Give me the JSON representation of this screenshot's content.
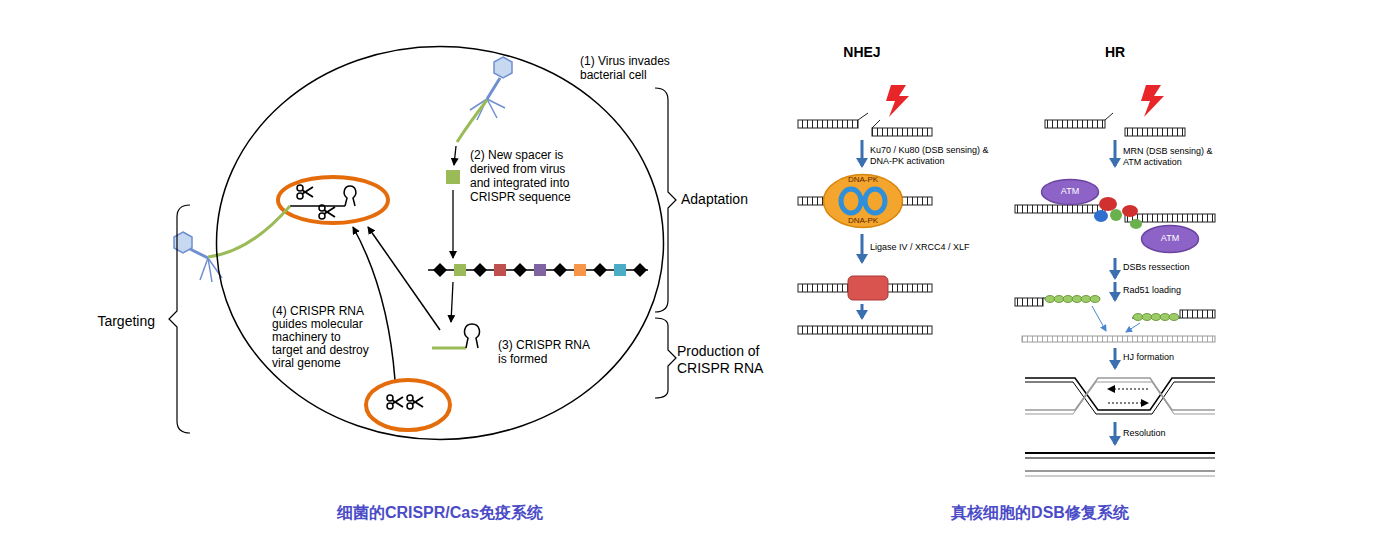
{
  "diagram": {
    "nodes": [
      {
        "text": [
          "(2) New spacer is derived from virus and integrated into CRISPR sequence",
          "(3) CRISPR RNA is formed",
          "(4) CRISPR RNA guides molecular machinery to target and destroy viral genome"
        ]
      },
      {
        "text": [
          "DNA-PK",
          "DNA-PK"
        ]
      },
      {
        "text": [
          "ATM"
        ]
      },
      {
        "text": [
          "ATM"
        ]
      }
    ],
    "labels": [
      "(1) Virus invades bacterial cell",
      "Adaptation",
      "Production of CRISPR RNA",
      "Targeting",
      "细菌的CRISPR/Cas免疫系统",
      "NHEJ",
      "HR",
      "Ku70 / Ku80 (DSB sensing) & DNA-PK activation",
      "Ligase IV / XRCC4 / XLF",
      "MRN (DSB sensing) & ATM activation",
      "DSBs ressection",
      "Rad51 loading",
      "HJ formation",
      "Resolution",
      "真核细胞的DSB修复系统"
    ]
  }
}
